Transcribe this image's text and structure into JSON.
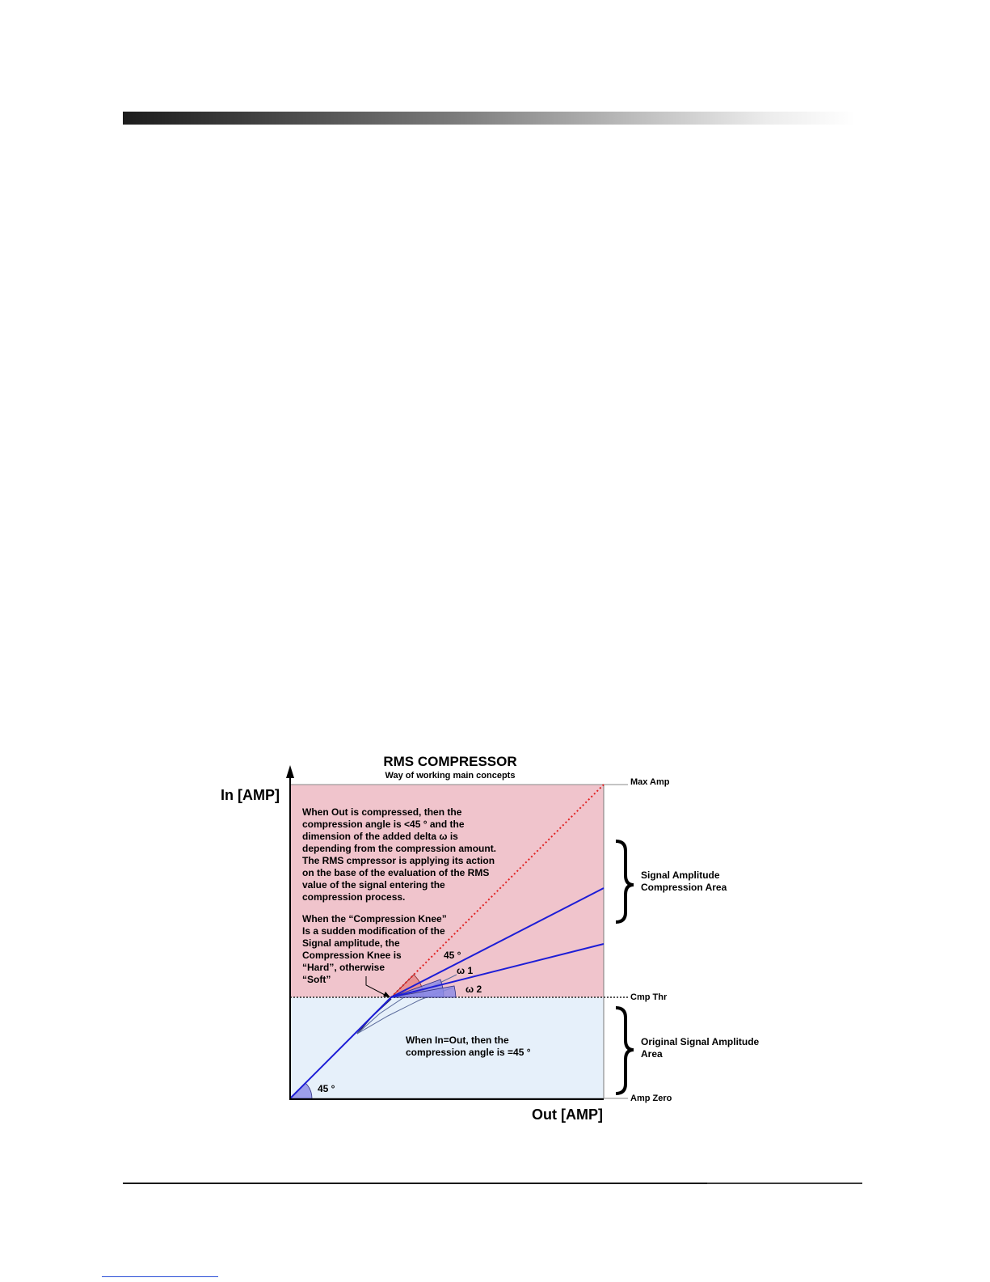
{
  "diagram": {
    "title": "RMS COMPRESSOR",
    "subtitle": "Way of working main concepts",
    "y_axis_label": "In [AMP]",
    "x_axis_label": "Out [AMP]",
    "levels": {
      "max": "Max Amp",
      "threshold": "Cmp Thr",
      "zero": "Amp Zero"
    },
    "regions": {
      "compression": [
        "Signal Amplitude",
        "Compression Area"
      ],
      "original": [
        "Original Signal Amplitude",
        "Area"
      ]
    },
    "notes": {
      "compression_angle": [
        "When Out is compressed, then the",
        "compression angle is <45 ° and the",
        "dimension of the added delta ω is",
        "depending from the compression amount.",
        "The RMS cmpressor is applying its action",
        "on the base of the evaluation of the RMS",
        "value of the signal entering the",
        "compression process."
      ],
      "knee": [
        "When the “Compression Knee”",
        "Is a sudden modification of the",
        "Signal amplitude, the",
        "Compression Knee is",
        "“Hard”, otherwise",
        "“Soft”"
      ],
      "unity": [
        "When In=Out, then the",
        "compression angle is =45 °"
      ]
    },
    "angle_labels": {
      "upper_45": "45 °",
      "omega1": "ω 1",
      "omega2": "ω 2",
      "lower_45": "45 °"
    },
    "colors": {
      "compression_area": "#f0c4cc",
      "original_area": "#e6f0fa",
      "curve": "#1d1dd6",
      "unity_dotted": "#e02020",
      "angle_fill": "#8a8ae6"
    }
  }
}
